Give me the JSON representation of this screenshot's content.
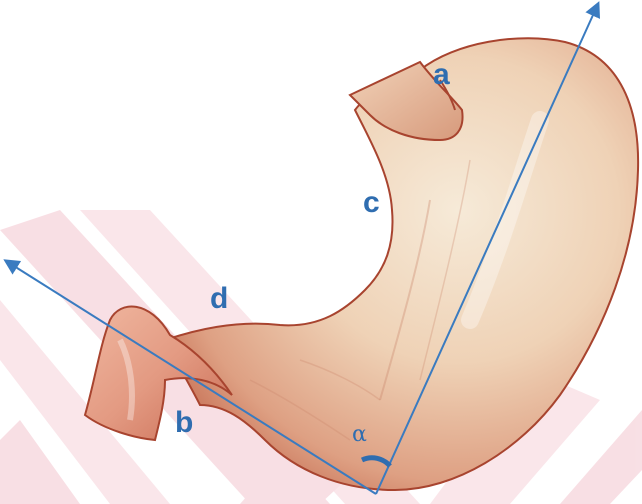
{
  "figure": {
    "labels": {
      "a": "a",
      "b": "b",
      "c": "c",
      "d": "d",
      "alpha": "α"
    },
    "colors": {
      "label": "#2f6db0",
      "axis": "#3a7bc0",
      "watermark": "#f3c6cf",
      "stomach_light": "#f3e2cc",
      "stomach_mid": "#e8b89a",
      "stomach_dark": "#c76a4f",
      "stomach_edge": "#a8442f"
    }
  }
}
